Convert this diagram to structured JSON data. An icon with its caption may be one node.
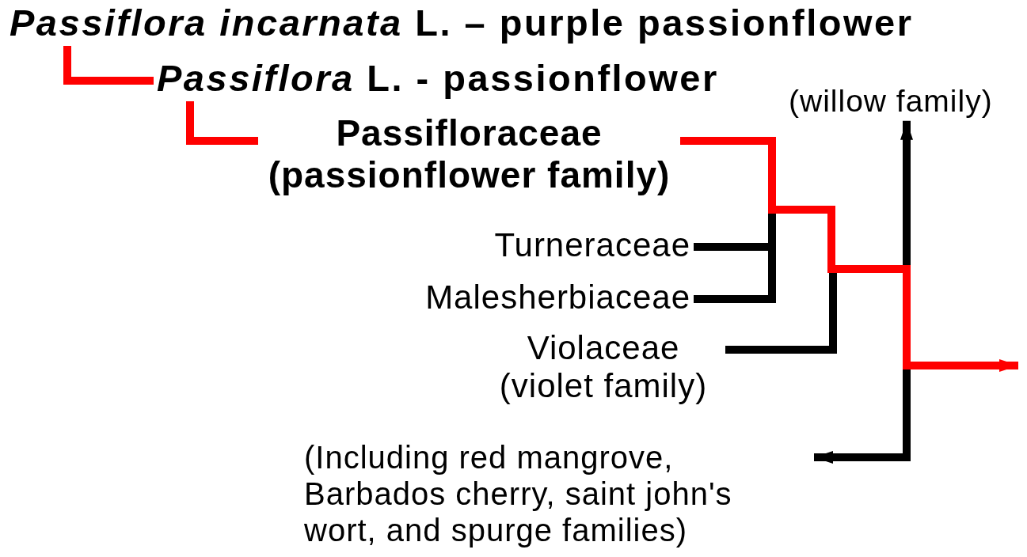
{
  "diagram": {
    "nodes": [
      {
        "text": [
          "*Passiflora incarnata* L. – purple passionflower"
        ]
      },
      {
        "text": [
          "*Passiflora* L. - passionflower"
        ]
      },
      {
        "text": [
          "Passifloraceae (passionflower family)"
        ]
      },
      {
        "text": [
          "Turneraceae"
        ]
      },
      {
        "text": [
          "Malesherbiaceae"
        ]
      },
      {
        "text": [
          "Violaceae (violet family)"
        ]
      },
      {
        "text": [
          "(willow family)"
        ]
      },
      {
        "text": [
          "(Including red mangrove, Barbados cherry, saint john's wort, and spurge families)"
        ]
      }
    ],
    "edges": [
      {
        "from": 0,
        "to": 1,
        "arrow": "none",
        "color": "#ff0000"
      },
      {
        "from": 1,
        "to": 2,
        "arrow": "none",
        "color": "#ff0000"
      },
      {
        "from": 2,
        "to": null,
        "arrow": "to",
        "color": "#ff0000"
      },
      {
        "from": 3,
        "to": null,
        "arrow": "none"
      },
      {
        "from": 4,
        "to": null,
        "arrow": "none"
      },
      {
        "from": 5,
        "to": null,
        "arrow": "none"
      },
      {
        "from": null,
        "to": 6,
        "arrow": "to"
      },
      {
        "from": null,
        "to": 7,
        "arrow": "to"
      }
    ]
  }
}
